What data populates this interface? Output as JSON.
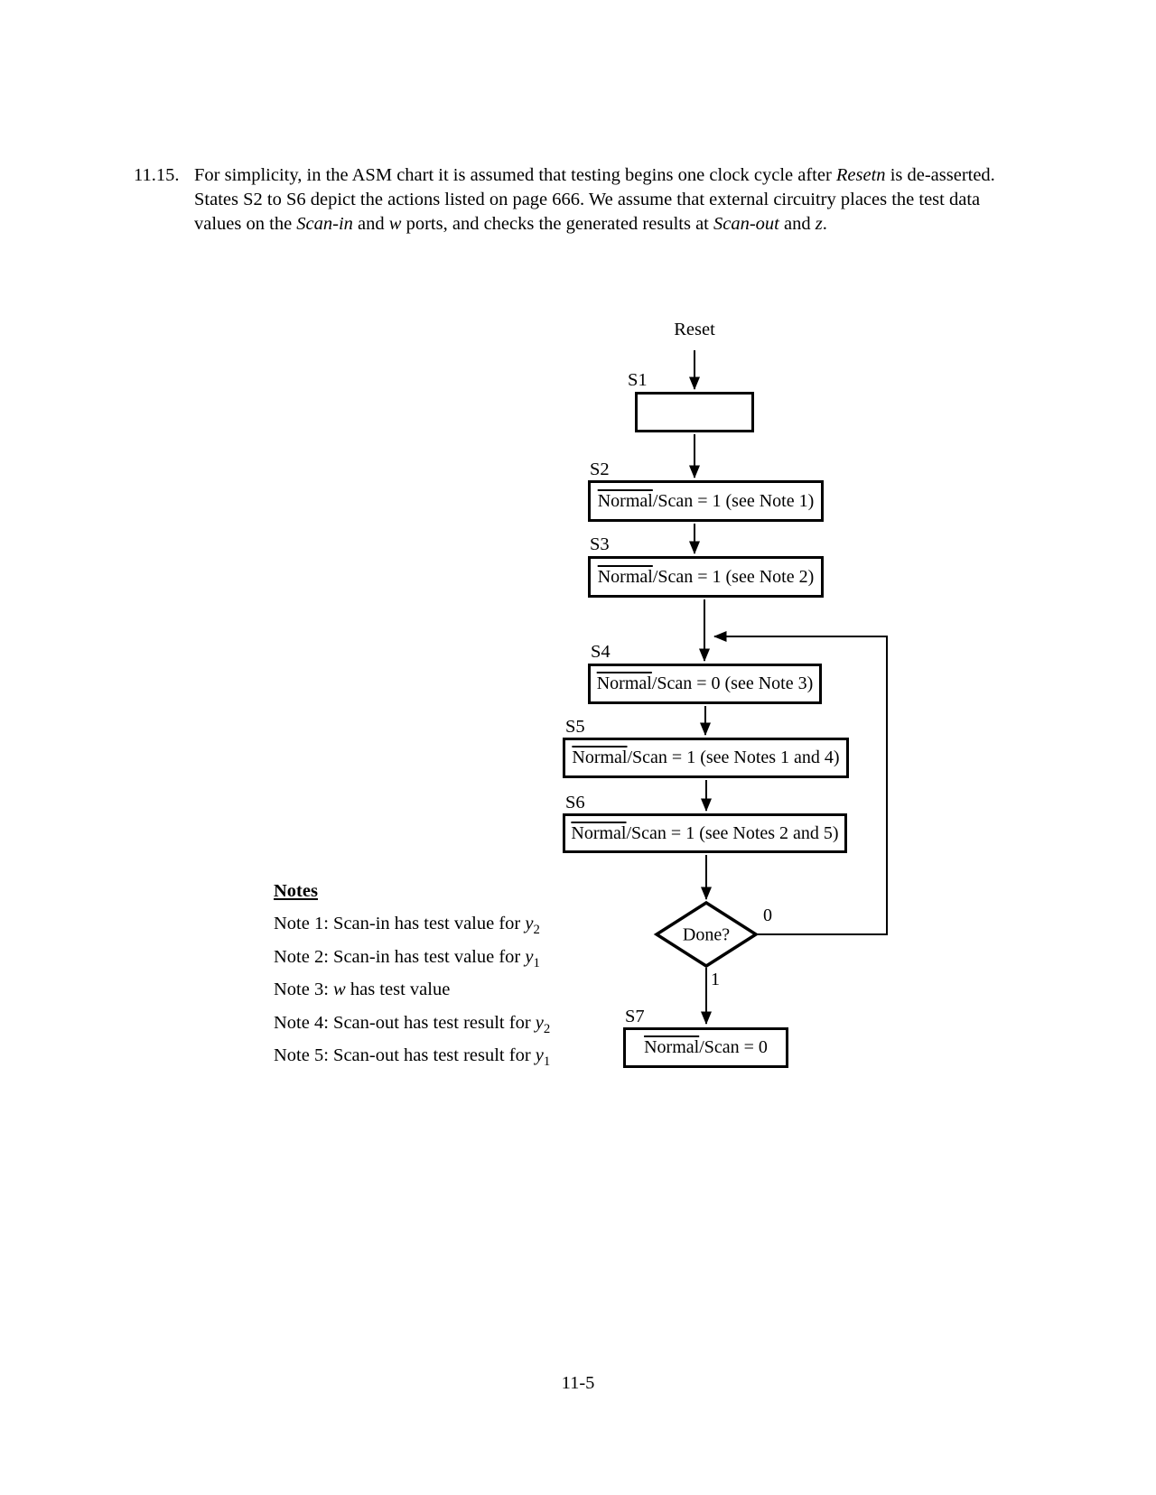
{
  "page": {
    "number_label": "11-5"
  },
  "problem": {
    "number": "11.15.",
    "lines": [
      [
        {
          "t": "For simplicity, in the ASM chart it is assumed that testing begins one clock cycle after "
        },
        {
          "t": "Resetn",
          "i": true
        },
        {
          "t": " is de-asserted."
        }
      ],
      [
        {
          "t": "States S2 to S6 depict the actions listed on page 666.  We assume that external circuitry places the test data"
        }
      ],
      [
        {
          "t": "values on the "
        },
        {
          "t": "Scan-in",
          "i": true
        },
        {
          "t": " and "
        },
        {
          "t": "w",
          "i": true
        },
        {
          "t": " ports, and checks the generated results at "
        },
        {
          "t": "Scan-out",
          "i": true
        },
        {
          "t": " and "
        },
        {
          "t": "z",
          "i": true
        },
        {
          "t": "."
        }
      ]
    ]
  },
  "flowchart": {
    "reset_label": "Reset",
    "states": {
      "s1": {
        "label": "S1",
        "overlined": "",
        "rest": ""
      },
      "s2": {
        "label": "S2",
        "overlined": "Normal",
        "rest": "/Scan = 1 (see Note 1)"
      },
      "s3": {
        "label": "S3",
        "overlined": "Normal",
        "rest": "/Scan = 1 (see Note 2)"
      },
      "s4": {
        "label": "S4",
        "overlined": "Normal",
        "rest": "/Scan = 0 (see Note 3)"
      },
      "s5": {
        "label": "S5",
        "overlined": "Normal",
        "rest": "/Scan = 1 (see Notes 1 and 4)"
      },
      "s6": {
        "label": "S6",
        "overlined": "Normal",
        "rest": "/Scan = 1 (see Notes 2 and 5)"
      },
      "s7": {
        "label": "S7",
        "overlined": "Normal",
        "rest": "/Scan = 0"
      }
    },
    "decision": {
      "label": "Done?",
      "branch_false": "0",
      "branch_true": "1"
    }
  },
  "notes": {
    "heading": "Notes",
    "items": [
      {
        "pre": "Note 1: Scan-in has test value for ",
        "var": "y",
        "sub": "2",
        "post": ""
      },
      {
        "pre": "Note 2: Scan-in has test value for ",
        "var": "y",
        "sub": "1",
        "post": ""
      },
      {
        "pre": "Note 3: ",
        "var": "w",
        "sub": "",
        "post": " has test value"
      },
      {
        "pre": "Note 4: Scan-out has test result for ",
        "var": "y",
        "sub": "2",
        "post": ""
      },
      {
        "pre": "Note 5: Scan-out has test result for ",
        "var": "y",
        "sub": "1",
        "post": ""
      }
    ]
  }
}
